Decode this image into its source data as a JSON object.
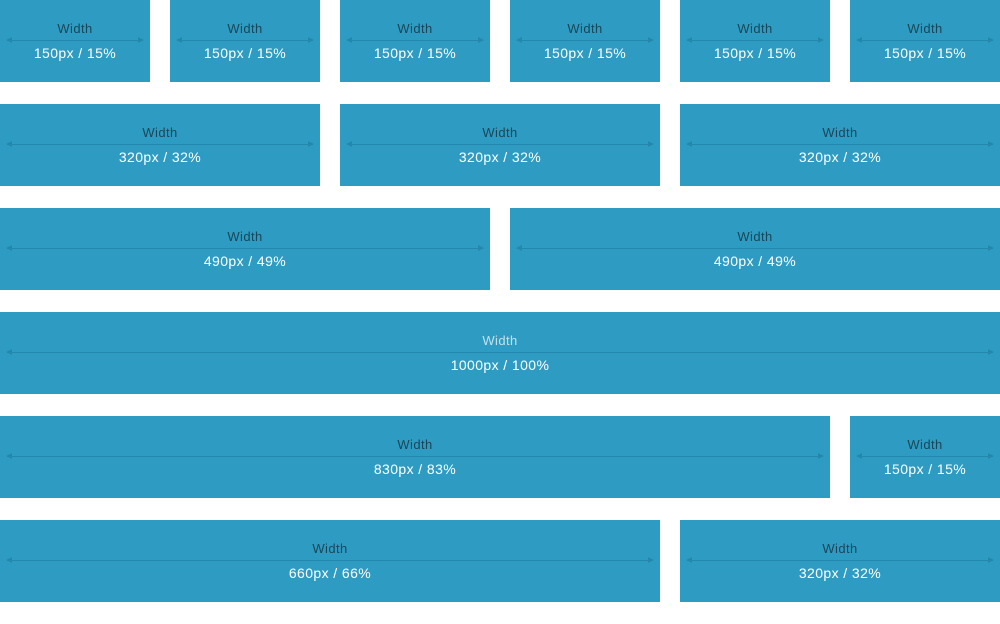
{
  "colors": {
    "box_bg": "#2e9cc2",
    "label_dark": "#1a4658",
    "label_light": "#c2e1ec",
    "value_text": "#ffffff",
    "arrow": "#2285a9"
  },
  "rows": [
    {
      "boxes": [
        {
          "label": "Width",
          "value": "150px / 15%"
        },
        {
          "label": "Width",
          "value": "150px / 15%"
        },
        {
          "label": "Width",
          "value": "150px / 15%"
        },
        {
          "label": "Width",
          "value": "150px / 15%"
        },
        {
          "label": "Width",
          "value": "150px / 15%"
        },
        {
          "label": "Width",
          "value": "150px / 15%"
        }
      ]
    },
    {
      "boxes": [
        {
          "label": "Width",
          "value": "320px / 32%"
        },
        {
          "label": "Width",
          "value": "320px / 32%"
        },
        {
          "label": "Width",
          "value": "320px / 32%"
        }
      ]
    },
    {
      "boxes": [
        {
          "label": "Width",
          "value": "490px / 49%"
        },
        {
          "label": "Width",
          "value": "490px / 49%"
        }
      ]
    },
    {
      "boxes": [
        {
          "label": "Width",
          "value": "1000px / 100%"
        }
      ]
    },
    {
      "boxes": [
        {
          "label": "Width",
          "value": "830px / 83%"
        },
        {
          "label": "Width",
          "value": "150px / 15%"
        }
      ]
    },
    {
      "boxes": [
        {
          "label": "Width",
          "value": "660px / 66%"
        },
        {
          "label": "Width",
          "value": "320px / 32%"
        }
      ]
    }
  ]
}
